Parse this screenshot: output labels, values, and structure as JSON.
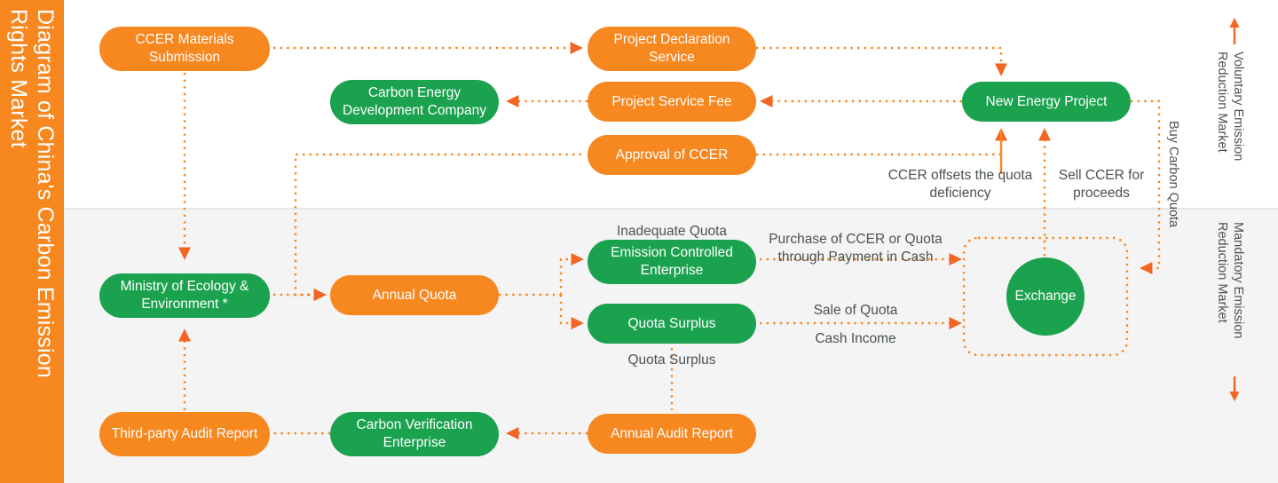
{
  "title": {
    "text": "Diagram of China's Carbon Emission\nRights Market",
    "bg": "#f7871f",
    "color": "#ffffff"
  },
  "colors": {
    "orange": "#f7871f",
    "green": "#1ba24f",
    "arrow": "#f26522",
    "band_bottom": "#f4f4f4",
    "label_text": "#4a5350"
  },
  "bands": {
    "top_label": "Voluntary Emission\nReduction Market",
    "bottom_label": "Mandatory Emission\nReduction Market",
    "top_arrow": "arrow-up-icon",
    "bottom_arrow": "arrow-down-icon"
  },
  "nodes": [
    {
      "id": "ccer-materials-submission",
      "label": "CCER Materials\nSubmission",
      "color": "orange"
    },
    {
      "id": "project-declaration-service",
      "label": "Project Declaration\nService",
      "color": "orange"
    },
    {
      "id": "carbon-energy-development-company",
      "label": "Carbon Energy\nDevelopment Company",
      "color": "green"
    },
    {
      "id": "project-service-fee",
      "label": "Project Service Fee",
      "color": "orange"
    },
    {
      "id": "approval-of-ccer",
      "label": "Approval of CCER",
      "color": "orange"
    },
    {
      "id": "new-energy-project",
      "label": "New Energy Project",
      "color": "green"
    },
    {
      "id": "ministry-of-ecology-environment",
      "label": "Ministry of\nEcology & Environment *",
      "color": "green"
    },
    {
      "id": "annual-quota",
      "label": "Annual Quota",
      "color": "orange"
    },
    {
      "id": "emission-controlled-enterprise",
      "label": "Emission Controlled\nEnterprise",
      "color": "green"
    },
    {
      "id": "quota-surplus",
      "label": "Quota Surplus",
      "color": "green"
    },
    {
      "id": "third-party-audit-report",
      "label": "Third-party Audit\nReport",
      "color": "orange"
    },
    {
      "id": "carbon-verification-enterprise",
      "label": "Carbon Verification\nEnterprise",
      "color": "green"
    },
    {
      "id": "annual-audit-report",
      "label": "Annual Audit Report",
      "color": "orange"
    },
    {
      "id": "exchange",
      "label": "Exchange",
      "color": "green"
    }
  ],
  "edge_labels": {
    "ccer_offsets": "CCER offsets the quota\ndeficiency",
    "sell_ccer": "Sell CCER for\nproceeds",
    "buy_carbon_quota": "Buy Carbon Quota",
    "inadequate_quota": "Inadequate Quota",
    "quota_surplus_below": "Quota Surplus",
    "purchase_ccer_quota": "Purchase of CCER or Quota\nthrough Payment in Cash",
    "sale_of_quota": "Sale of Quota",
    "cash_income": "Cash Income"
  }
}
